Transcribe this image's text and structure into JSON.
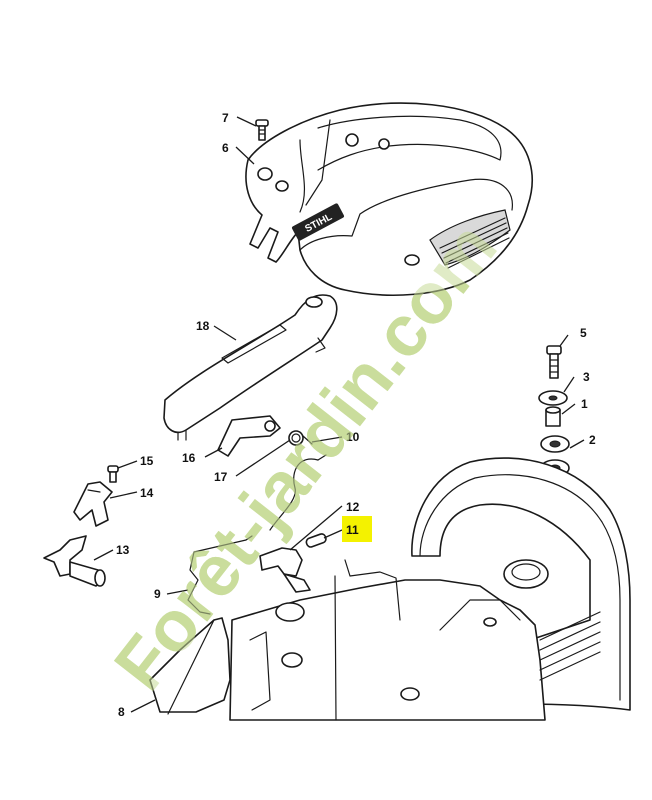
{
  "watermark": {
    "text": "Forêt-jardin.com",
    "green": "#c8dc98",
    "beige": "#d8d0bc"
  },
  "highlight_color": "#f4f200",
  "logo_text": "STIHL",
  "callouts": [
    {
      "id": "7",
      "label": "7"
    },
    {
      "id": "6",
      "label": "6"
    },
    {
      "id": "18",
      "label": "18"
    },
    {
      "id": "5",
      "label": "5"
    },
    {
      "id": "3",
      "label": "3"
    },
    {
      "id": "1",
      "label": "1"
    },
    {
      "id": "2",
      "label": "2"
    },
    {
      "id": "10",
      "label": "10"
    },
    {
      "id": "16",
      "label": "16"
    },
    {
      "id": "17",
      "label": "17"
    },
    {
      "id": "15",
      "label": "15"
    },
    {
      "id": "14",
      "label": "14"
    },
    {
      "id": "12",
      "label": "12"
    },
    {
      "id": "11",
      "label": "11",
      "highlighted": true
    },
    {
      "id": "13",
      "label": "13"
    },
    {
      "id": "9",
      "label": "9"
    },
    {
      "id": "8",
      "label": "8"
    }
  ]
}
